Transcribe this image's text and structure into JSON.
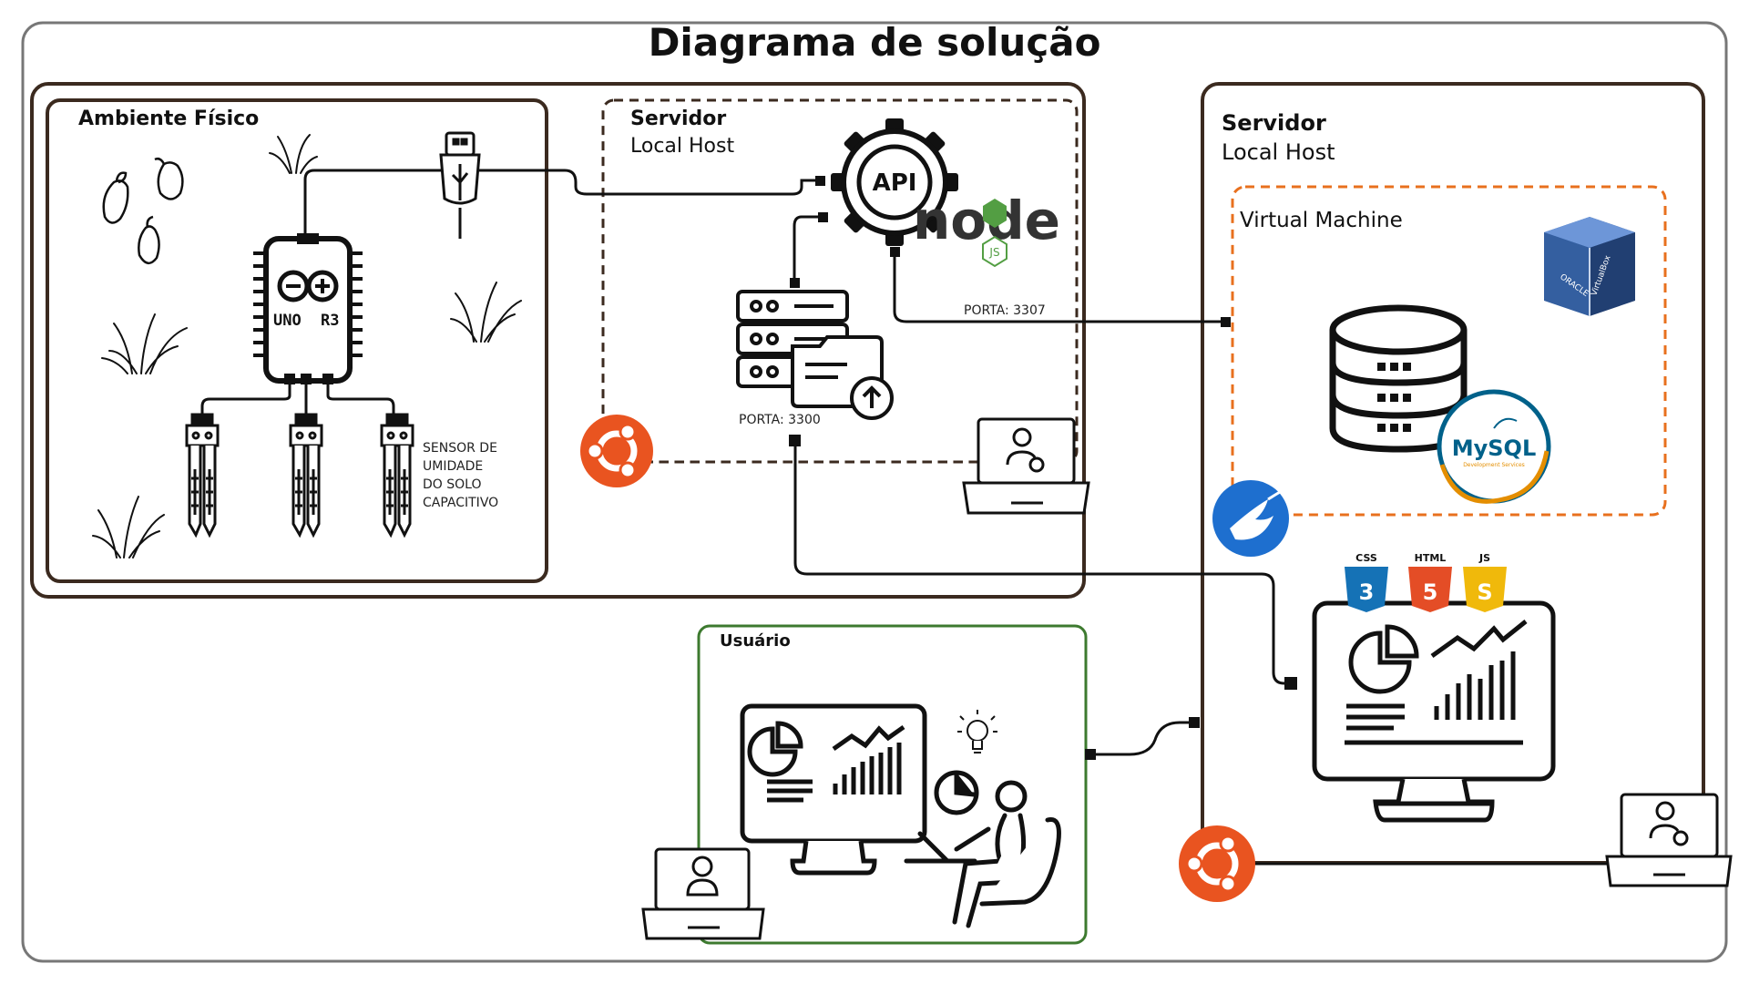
{
  "title": "Diagrama de solução",
  "ambiente": {
    "label": "Ambiente Físico",
    "board_line1": "UNO",
    "board_line2": "R3",
    "sensor_label": [
      "SENSOR DE",
      "UMIDADE",
      "DO SOLO",
      "CAPACITIVO"
    ]
  },
  "server_left": {
    "label": "Servidor",
    "sublabel": "Local Host",
    "api_label": "API",
    "node_word": "node",
    "node_badge": "JS",
    "port_db": "PORTA: 3307",
    "port_web": "PORTA: 3300"
  },
  "server_right": {
    "label": "Servidor",
    "sublabel": "Local Host",
    "vm_label": "Virtual Machine",
    "vbox_brand1": "ORACLE",
    "vbox_brand2": "VirtualBox",
    "mysql_label": "MySQL",
    "mysql_sub": "Development Services",
    "css_label": "CSS",
    "html_label": "HTML",
    "js_label": "JS",
    "css_badge": "3",
    "html_badge": "5",
    "js_badge": "S"
  },
  "usuario": {
    "label": "Usuário"
  },
  "colors": {
    "frame": "#3b2a1f",
    "orange": "#e8701e",
    "green": "#3d7a2f",
    "ubuntu": "#e95420",
    "css": "#1572b6",
    "html": "#e44d26",
    "js": "#f0b90b",
    "mysql_blue": "#00618a",
    "mysql_orange": "#e48e00",
    "node_green": "#539e43",
    "bird_blue": "#1e6fcf"
  }
}
